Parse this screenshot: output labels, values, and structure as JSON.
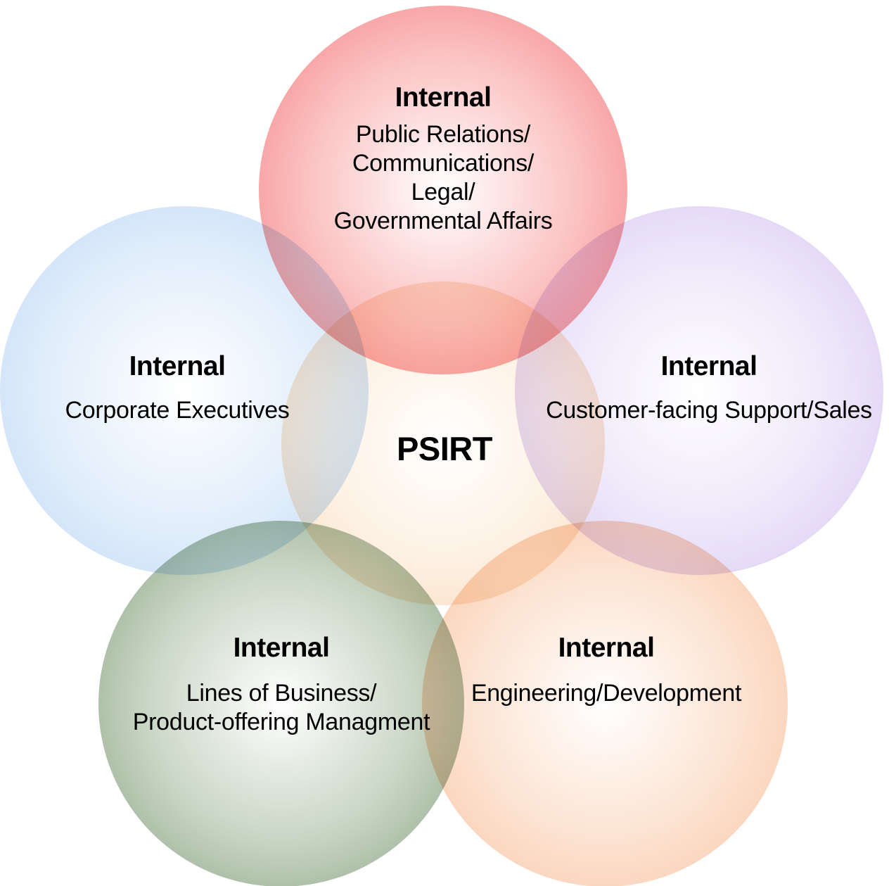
{
  "diagram": {
    "type": "venn-five-circles",
    "background_color": "#ffffff",
    "text_color": "#000000",
    "center_label": "PSIRT",
    "circles": {
      "top": {
        "heading": "Internal",
        "body": [
          "Public Relations/",
          "Communications/",
          "Legal/",
          "Governmental Affairs"
        ],
        "mid_color": "#fbc2c2",
        "edge_color": "#f47d7d"
      },
      "left": {
        "heading": "Internal",
        "body": [
          "Corporate Executives"
        ],
        "mid_color": "#e2eefb",
        "edge_color": "#bfd9f7"
      },
      "right": {
        "heading": "Internal",
        "body": [
          "Customer-facing Support/Sales"
        ],
        "mid_color": "#eee7fa",
        "edge_color": "#d6c6f1"
      },
      "bottom_left": {
        "heading": "Internal",
        "body": [
          "Lines of Business/",
          "Product-offering Managment"
        ],
        "mid_color": "#c9d6c5",
        "edge_color": "#87a081"
      },
      "bottom_right": {
        "heading": "Internal",
        "body": [
          "Engineering/Development"
        ],
        "mid_color": "#fce3d2",
        "edge_color": "#f9c3a3"
      },
      "center": {
        "mid_color": "#fdf1e3",
        "edge_color": "#f8d7b6"
      }
    }
  }
}
